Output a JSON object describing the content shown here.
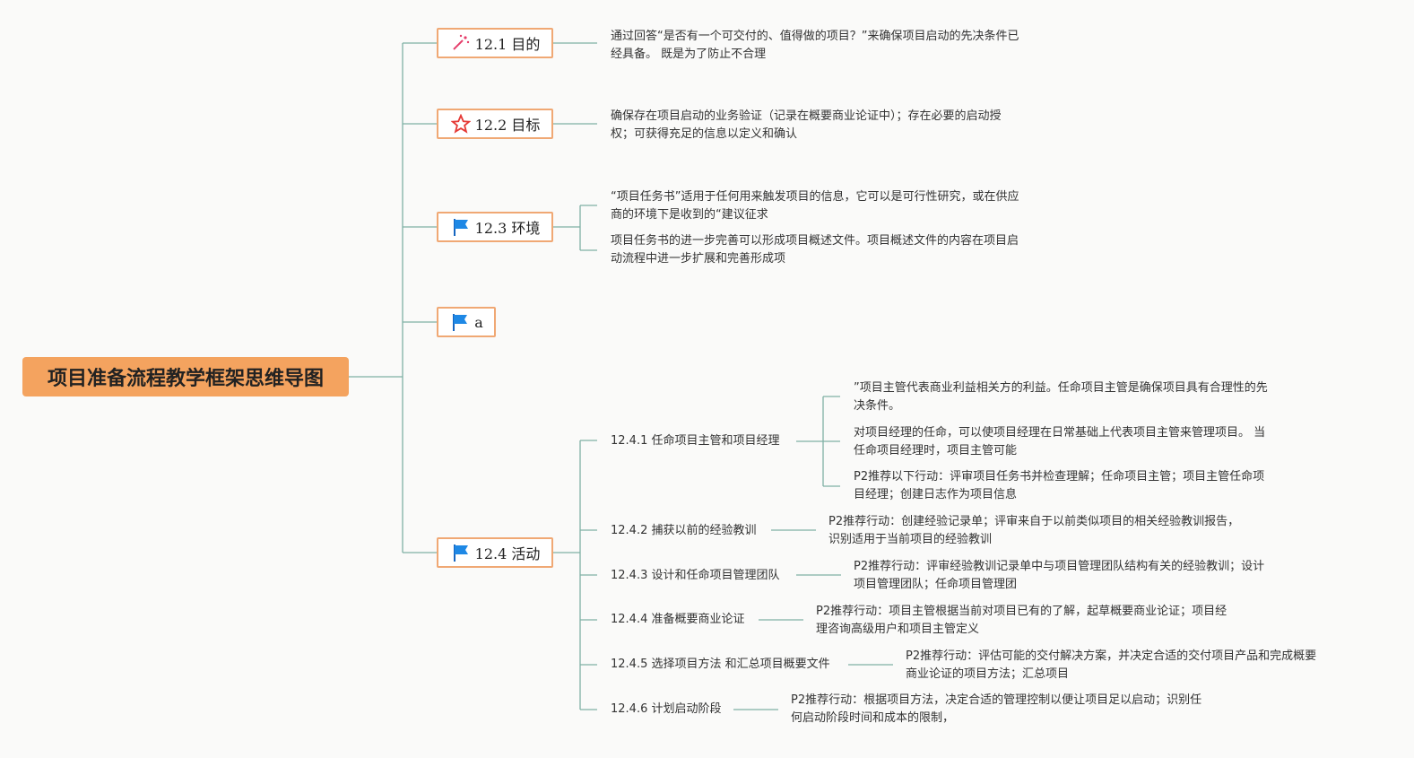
{
  "root": {
    "title": "项目准备流程教学框架思维导图"
  },
  "topics": [
    {
      "label": "12.1 目的",
      "icon": "magic-wand-icon",
      "notes": [
        [
          "通过回答“是否有一个可交付的、值得做的项目？”来确保项目启动的先决条件已",
          "经具备。 既是为了防止不合理"
        ]
      ]
    },
    {
      "label": "12.2 目标",
      "icon": "star-icon",
      "notes": [
        [
          "确保存在项目启动的业务验证（记录在概要商业论证中）；存在必要的启动授",
          "权；可获得充足的信息以定义和确认"
        ]
      ]
    },
    {
      "label": "12.3 环境",
      "icon": "flag-icon",
      "notes": [
        [
          "“项目任务书”适用于任何用来触发项目的信息，它可以是可行性研究，或在供应",
          "商的环境下是收到的“建议征求"
        ],
        [
          "项目任务书的进一步完善可以形成项目概述文件。项目概述文件的内容在项目启",
          "动流程中进一步扩展和完善形成项"
        ]
      ]
    },
    {
      "label": "a",
      "icon": "flag-icon",
      "notes": []
    },
    {
      "label": "12.4 活动",
      "icon": "flag-icon",
      "notes": []
    }
  ],
  "activities": [
    {
      "label": "12.4.1 任命项目主管和项目经理",
      "details": [
        [
          "”项目主管代表商业利益相关方的利益。任命项目主管是确保项目具有合理性的先",
          "决条件。"
        ],
        [
          "对项目经理的任命，可以使项目经理在日常基础上代表项目主管来管理项目。 当",
          "任命项目经理时，项目主管可能"
        ],
        [
          "P2推荐以下行动：评审项目任务书并检查理解；任命项目主管；项目主管任命项",
          "目经理；创建日志作为项目信息"
        ]
      ]
    },
    {
      "label": "12.4.2 捕获以前的经验教训",
      "details": [
        [
          "P2推荐行动：创建经验记录单；评审来自于以前类似项目的相关经验教训报告，",
          "识别适用于当前项目的经验教训"
        ]
      ]
    },
    {
      "label": "12.4.3 设计和任命项目管理团队",
      "details": [
        [
          "P2推荐行动：评审经验教训记录单中与项目管理团队结构有关的经验教训；设计",
          "项目管理团队；任命项目管理团"
        ]
      ]
    },
    {
      "label": "12.4.4 准备概要商业论证",
      "details": [
        [
          "P2推荐行动：项目主管根据当前对项目已有的了解，起草概要商业论证；项目经",
          "理咨询高级用户和项目主管定义"
        ]
      ]
    },
    {
      "label": "12.4.5 选择项目方法 和汇总项目概要文件",
      "details": [
        [
          "P2推荐行动：评估可能的交付解决方案，并决定合适的交付项目产品和完成概要",
          "商业论证的项目方法；汇总项目"
        ]
      ]
    },
    {
      "label": "12.4.6 计划启动阶段",
      "details": [
        [
          "P2推荐行动：根据项目方法，决定合适的管理控制以便让项目足以启动；识别任",
          "何启动阶段时间和成本的限制，"
        ]
      ]
    }
  ],
  "colors": {
    "line": "#7fb0a5",
    "root_bg": "#f4a35f",
    "topic_border": "#f0a874",
    "flag": "#1e88e5",
    "star": "#e53935"
  }
}
